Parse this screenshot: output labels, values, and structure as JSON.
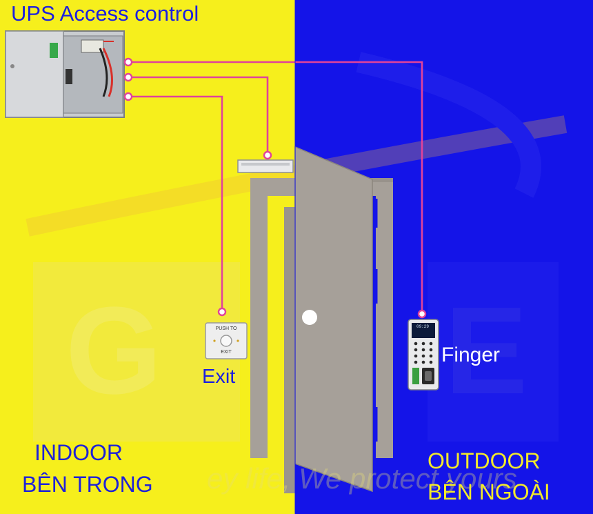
{
  "title": "UPS Access control",
  "indoor": {
    "line1": "INDOOR",
    "line2": "BÊN TRONG"
  },
  "outdoor": {
    "line1": "OUTDOOR",
    "line2": "BÊN NGOÀI"
  },
  "exit_label": "Exit",
  "finger_label": "Finger",
  "exit_button": {
    "top_text": "PUSH TO",
    "bottom_text": "EXIT"
  },
  "finger_device": {
    "screen_text": "09:29"
  },
  "watermark": "ey life, We protect yours",
  "colors": {
    "indoor_bg": "#f6ef1c",
    "outdoor_bg": "#1414e8",
    "wire": "#e0439a",
    "door": "#a6a099",
    "door_edge": "#7e786f"
  },
  "icons": [
    "ups-cabinet-icon",
    "magnetic-lock-icon",
    "exit-button-icon",
    "fingerprint-reader-icon",
    "door-icon",
    "door-knob-icon"
  ]
}
